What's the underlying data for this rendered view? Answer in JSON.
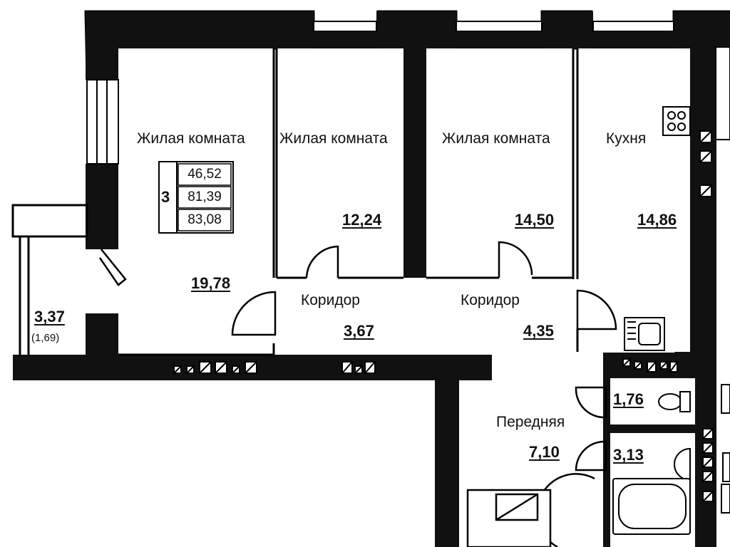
{
  "rooms": {
    "living1": {
      "label": "Жилая комната",
      "area": "19,78"
    },
    "living2": {
      "label": "Жилая комната",
      "area": "12,24"
    },
    "living3": {
      "label": "Жилая комната",
      "area": "14,50"
    },
    "kitchen": {
      "label": "Кухня",
      "area": "14,86"
    },
    "corridor1": {
      "label": "Коридор",
      "area": "3,67"
    },
    "corridor2": {
      "label": "Коридор",
      "area": "4,35"
    },
    "hall": {
      "label": "Передняя",
      "area": "7,10"
    },
    "balcony": {
      "area": "3,37",
      "sub": "(1,69)"
    },
    "wc": {
      "area": "1,76"
    },
    "bath": {
      "area": "3,13"
    }
  },
  "info": {
    "rooms_count": "3",
    "living_area": "46,52",
    "total_area": "81,39",
    "total_with_balcony": "83,08"
  }
}
